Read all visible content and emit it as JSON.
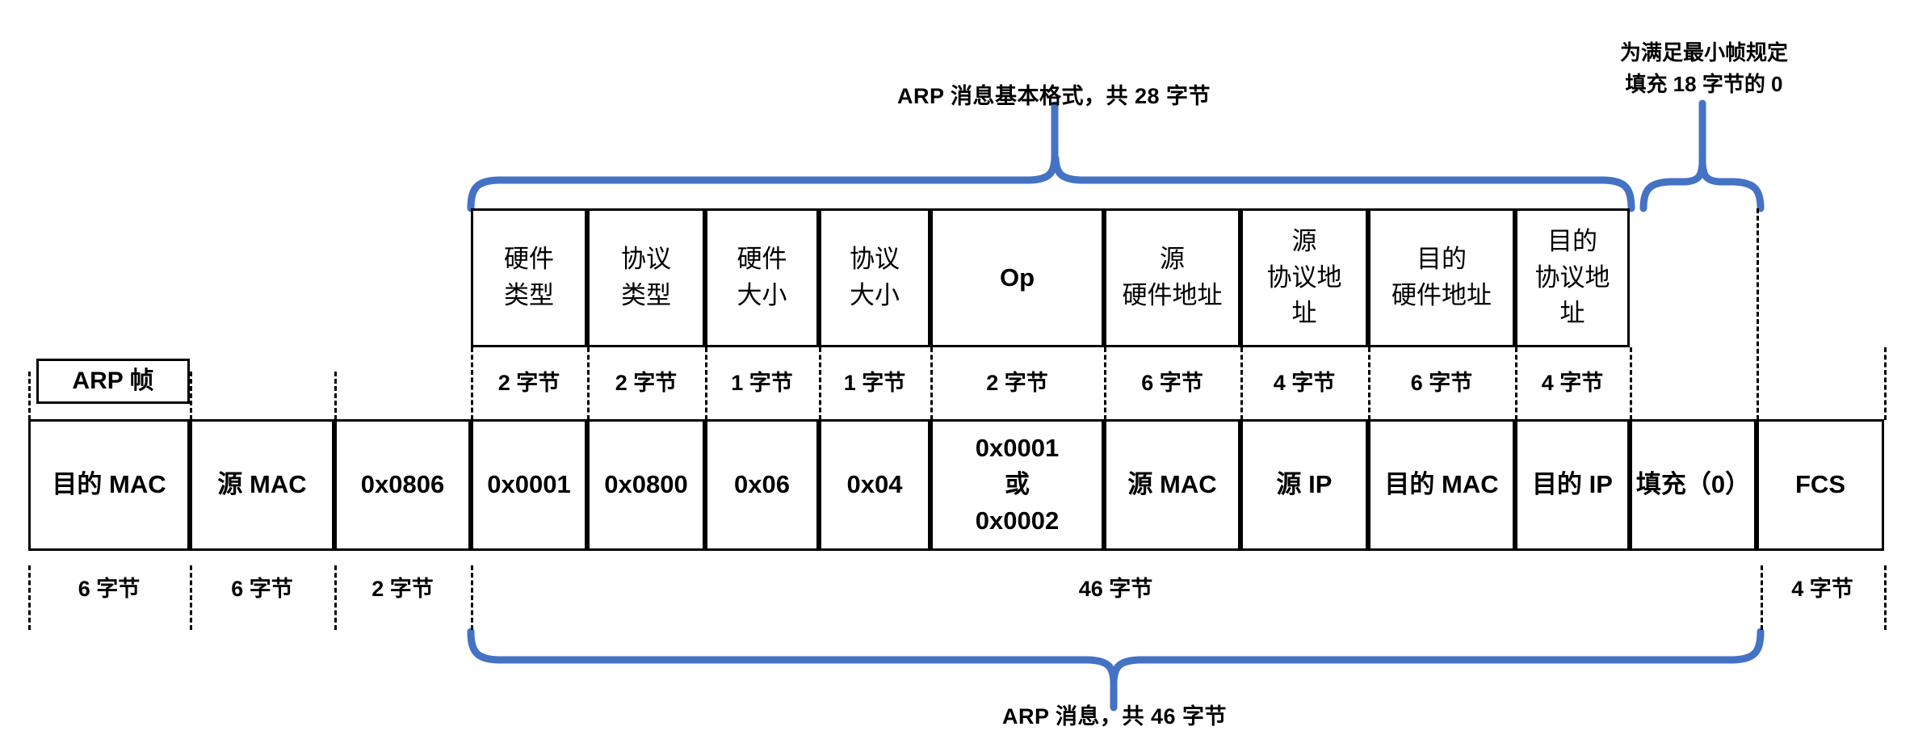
{
  "diagram": {
    "title_top": "ARP 消息基本格式，共 28 字节",
    "note_top_right": "为满足最小帧规定\n填充 18 字节的 0",
    "caption_bottom": "ARP 消息，共 46 字节",
    "frame_tag": "ARP 帧",
    "brace_color": "#4472C4",
    "line_color": "#000000"
  },
  "arp_fields": [
    {
      "label": "硬件\n类型",
      "size": "2 字节"
    },
    {
      "label": "协议\n类型",
      "size": "2 字节"
    },
    {
      "label": "硬件\n大小",
      "size": "1 字节"
    },
    {
      "label": "协议\n大小",
      "size": "1 字节"
    },
    {
      "label": "Op",
      "size": "2 字节"
    },
    {
      "label": "源\n硬件地址",
      "size": "6 字节"
    },
    {
      "label": "源\n协议地\n址",
      "size": "4 字节"
    },
    {
      "label": "目的\n硬件地址",
      "size": "6 字节"
    },
    {
      "label": "目的\n协议地\n址",
      "size": "4 字节"
    }
  ],
  "frame_cells": [
    {
      "value": "目的 MAC"
    },
    {
      "value": "源 MAC"
    },
    {
      "value": "0x0806"
    },
    {
      "value": "0x0001"
    },
    {
      "value": "0x0800"
    },
    {
      "value": "0x06"
    },
    {
      "value": "0x04"
    },
    {
      "value": "0x0001\n或\n0x0002"
    },
    {
      "value": "源 MAC"
    },
    {
      "value": "源 IP"
    },
    {
      "value": "目的 MAC"
    },
    {
      "value": "目的 IP"
    },
    {
      "value": "填充（0）"
    },
    {
      "value": "FCS"
    }
  ],
  "frame_sizes": [
    {
      "text": "6 字节"
    },
    {
      "text": "6 字节"
    },
    {
      "text": "2 字节"
    },
    {
      "text": "46 字节"
    },
    {
      "text": "4 字节"
    }
  ]
}
